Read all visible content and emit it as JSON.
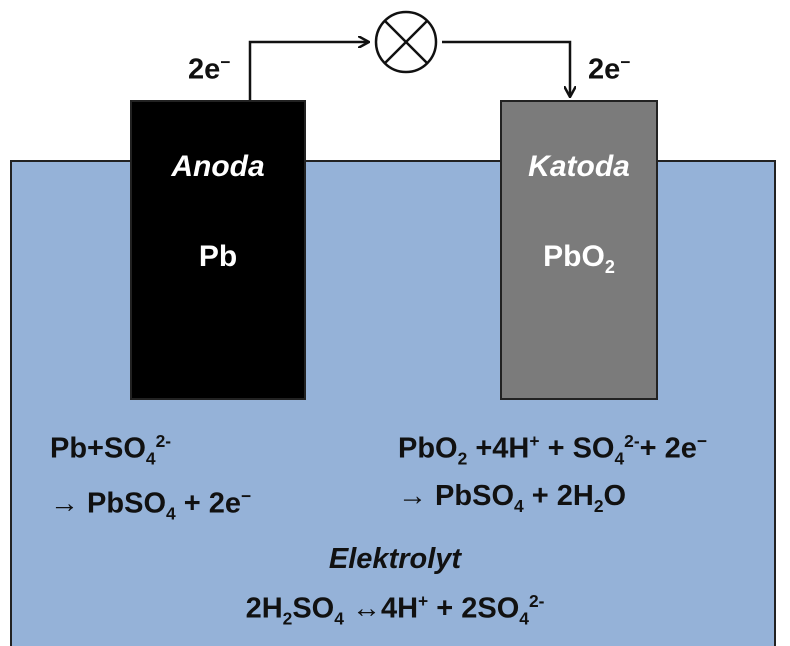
{
  "circuit": {
    "electron_left": "2e",
    "electron_right": "2e",
    "electron_sign": "−"
  },
  "anode": {
    "title": "Anoda",
    "material": "Pb"
  },
  "cathode": {
    "title": "Katoda",
    "material_base": "PbO",
    "material_sub": "2"
  },
  "anode_reaction": {
    "line1": {
      "a": "Pb+SO",
      "sub": "4",
      "sup": "2-"
    },
    "line2": {
      "arrow": "→ PbSO",
      "sub": "4",
      "rest": " + 2e",
      "sup": "−"
    }
  },
  "cathode_reaction": {
    "line1": {
      "a": "PbO",
      "sub1": "2",
      "b": " +4H",
      "sup1": "+",
      "c": " + SO",
      "sub2": "4",
      "sup2": "2-",
      "d": "+ 2e",
      "sup3": "−"
    },
    "line2": {
      "arrow": "→ PbSO",
      "sub1": "4",
      "b": " + 2H",
      "sub2": "2",
      "c": "O"
    }
  },
  "electrolyte": {
    "title": "Elektrolyt",
    "eq": {
      "a": "2H",
      "sub1": "2",
      "b": "SO",
      "sub2": "4",
      "c": " ↔4H",
      "sup1": "+",
      "d": " + 2SO",
      "sub3": "4",
      "sup2": "2-"
    }
  }
}
